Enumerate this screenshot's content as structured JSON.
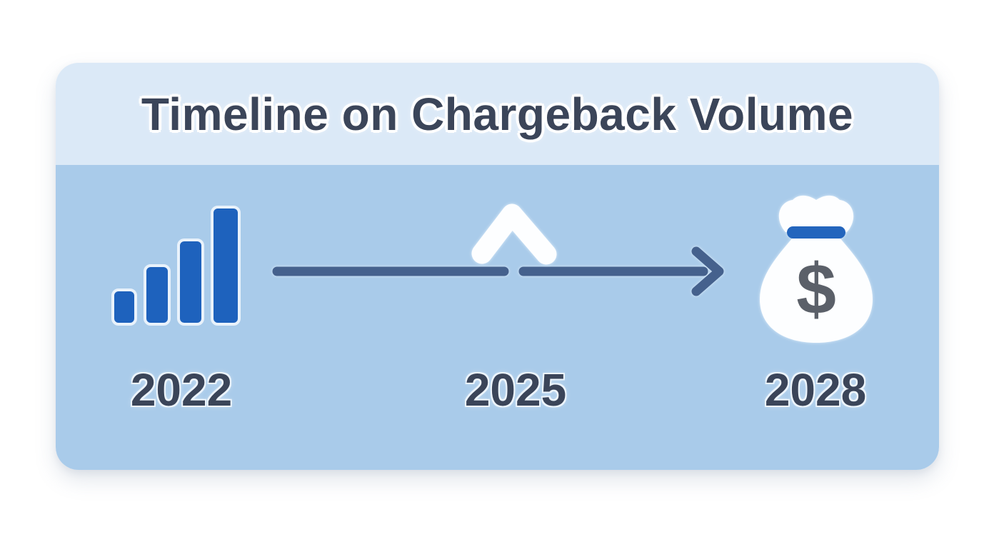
{
  "card": {
    "title": "Timeline on Chargeback Volume",
    "timeline": {
      "direction": "left-to-right",
      "milestones": [
        {
          "year": "2022",
          "icon": "bar-chart-icon"
        },
        {
          "year": "2025",
          "icon": "up-arrow-icon"
        },
        {
          "year": "2028",
          "icon": "money-bag-icon"
        }
      ]
    },
    "money_bag_glyph": "$",
    "colors": {
      "page_bg": "#ffffff",
      "header_bg": "#dbe9f7",
      "body_bg": "#a9cbea",
      "title_text": "#3b4559",
      "year_text": "#3b4559",
      "bar_fill": "#1e62bd",
      "bar_outline": "#e9f2fb",
      "timeline_arrow": "#45618d",
      "up_arrow_head": "#fdfeff",
      "up_arrow_stem_top": "#dcebf9",
      "up_arrow_stem_bottom": "#4d83cb",
      "money_bag_fill": "#fdfeff",
      "money_bag_band": "#2365bd",
      "dollar_sign": "#5b6069"
    }
  }
}
